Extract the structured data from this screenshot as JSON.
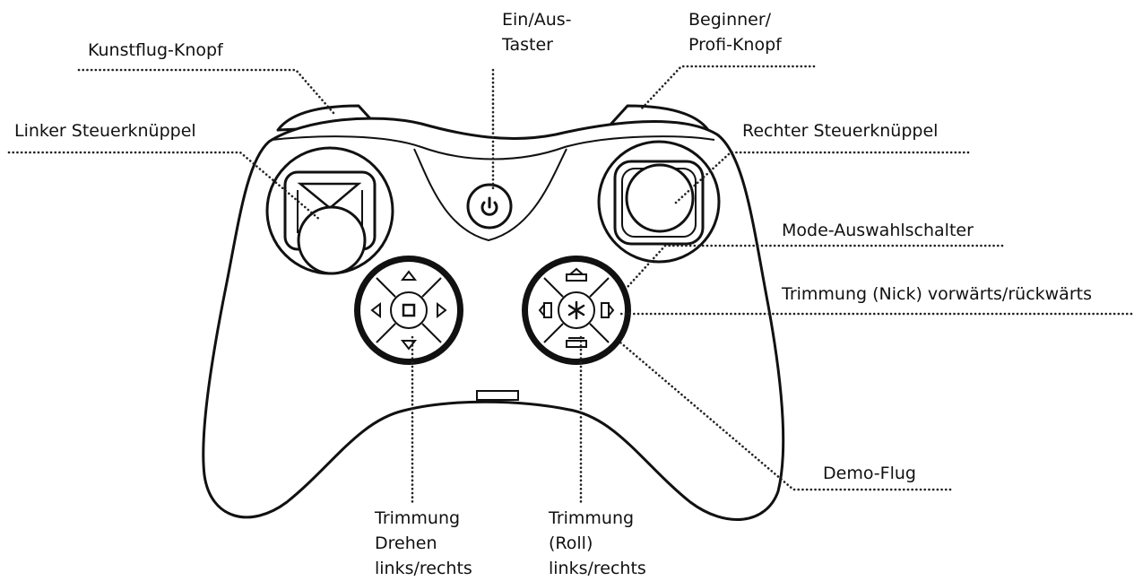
{
  "labels": {
    "kunstflug": "Kunstflug-Knopf",
    "ein_aus_1": "Ein/Aus-",
    "ein_aus_2": "Taster",
    "beginner_1": "Beginner/",
    "beginner_2": "Profi-Knopf",
    "linker": "Linker Steuerknüppel",
    "rechter": "Rechter Steuerknüppel",
    "mode": "Mode-Auswahlschalter",
    "nick": "Trimmung (Nick) vorwärts/rückwärts",
    "demo": "Demo-Flug",
    "drehen_1": "Trimmung",
    "drehen_2": "Drehen",
    "drehen_3": "links/rechts",
    "roll_1": "Trimmung",
    "roll_2": "(Roll)",
    "roll_3": "links/rechts"
  },
  "icons": {
    "power": "power-icon",
    "arrows": [
      "arrow-up-icon",
      "arrow-down-icon",
      "arrow-left-icon",
      "arrow-right-icon"
    ],
    "center_left": "square-icon",
    "center_right": "asterisk-icon"
  },
  "colors": {
    "ink": "#111111",
    "background": "#ffffff"
  }
}
